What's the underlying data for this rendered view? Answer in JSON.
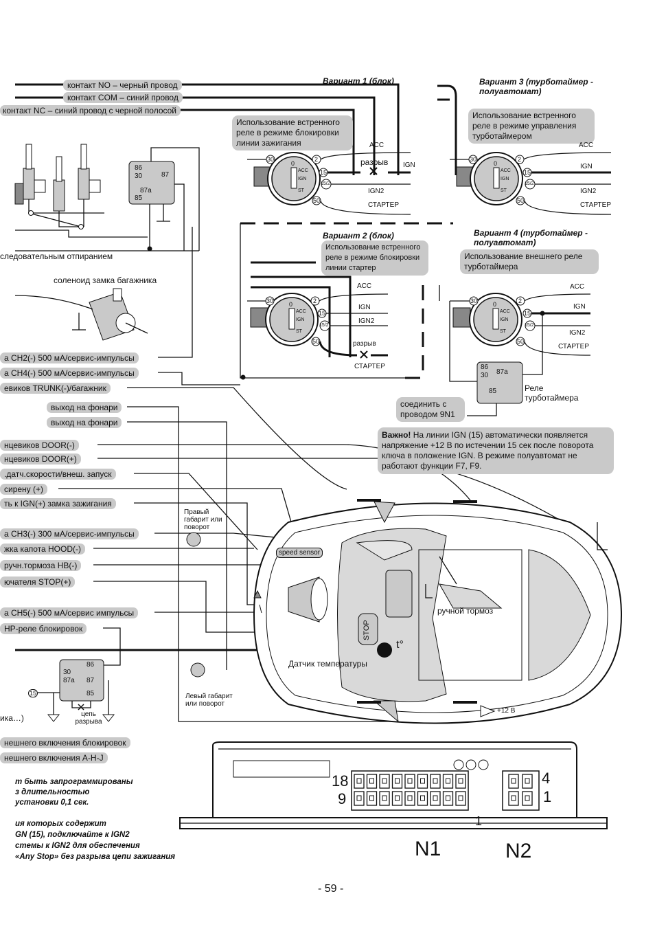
{
  "top_wires": {
    "no": "контакт NO – черный провод",
    "com": "контакт COM – синий провод",
    "nc": "контакт NC – синий провод с черной полосой"
  },
  "variants": {
    "v1": {
      "title": "Вариант 1 (блок)",
      "desc": "Использование встренного реле в режиме блокировки линии зажигания",
      "acc": "ACC",
      "break": "разрыв",
      "ign": "IGN",
      "ign2": "IGN2",
      "starter": "СТАРТЕР"
    },
    "v2": {
      "title": "Вариант 2 (блок)",
      "desc": "Использование встренного реле в режиме блокировки линии стартер",
      "acc": "ACC",
      "ign": "IGN",
      "ign2": "IGN2",
      "break": "разрыв",
      "starter": "СТАРТЕР"
    },
    "v3": {
      "title": "Вариант 3 (турботаймер - полуавтомат)",
      "desc": "Использование встренного реле в режиме управления турботаймером",
      "acc": "ACC",
      "ign": "IGN",
      "ign2": "IGN2",
      "starter": "СТАРТЕР"
    },
    "v4": {
      "title": "Вариант 4 (турботаймер - полуавтомат)",
      "desc": "Использование внешнего реле турботаймера",
      "acc": "ACC",
      "ign": "IGN",
      "ign2": "IGN2",
      "starter": "СТАРТЕР",
      "relay": "Реле турботаймера",
      "connect": "соединить с проводом 9N1"
    }
  },
  "switch_labels": {
    "p30": "30",
    "p0": "0",
    "acc": "ACC",
    "ign": "IGN",
    "st": "ST",
    "p2": "2",
    "p15": "15",
    "p152": "15/2",
    "p50": "50"
  },
  "relay_labels": {
    "r86": "86",
    "r30": "30",
    "r87a": "87a",
    "r87": "87",
    "r85": "85"
  },
  "important": {
    "bold": "Важно!",
    "text": " На линии IGN (15) автоматически появляется напряжение +12 В по истечении 15 сек после поворота ключа в положение IGN. В режиме полуавтомат не работают функции F7, F9."
  },
  "left_labels": {
    "sequential": "следовательным отпиранием",
    "solenoid": "соленоид замка багажника",
    "ch2": "а CH2(-) 500 мА/сервис-импульсы",
    "ch4": "а CH4(-) 500 мА/сервис-импульсы",
    "trunk": "евиков TRUNK(-)/багажник",
    "lights1": "выход на фонари",
    "lights2": "выход на фонари",
    "door_minus": "нцевиков DOOR(-)",
    "door_plus": "нцевиков DOOR(+)",
    "speed": ".датч.скорости/внеш. запуск",
    "siren": "сирену (+)",
    "ign": "ть к IGN(+) замка зажигания",
    "ch3": "а CH3(-) 300 мА/сервис-импульсы",
    "hood": "жка капота HOOD(-)",
    "hb": "ручн.тормоза HB(-)",
    "stop": "ючателя STOP(+)",
    "ch5": "а CH5(-) 500 мА/сервис импульсы",
    "hp": "HP-реле блокировок",
    "circ": "ика…)",
    "ext_lock": "нешнего включения блокировок",
    "ext_ahj": "нешнего включения A-H-J"
  },
  "car": {
    "right_marker": "Правый габарит или поворот",
    "left_marker": "Левый габарит или поворот",
    "speed_sensor": "speed sensor",
    "handbrake": "ручной тормоз",
    "temp_sensor": "Датчик температуры",
    "stop": "STOP",
    "t_deg": "t°",
    "plus12": "+12 В"
  },
  "lower_relay": {
    "p15": "15",
    "cut": "цепь разрыва"
  },
  "bottom_notes": [
    "т быть запрограммированы",
    "з длительностью",
    "установки 0,1 сек.",
    "ия которых содержит",
    "GN (15), подключайте к IGN2",
    "стемы к IGN2 для обеспечения",
    "«Any Stop» без разрыва цепи зажигания"
  ],
  "connector": {
    "n18": "18",
    "n9": "9",
    "n4": "4",
    "n1_right": "1",
    "n1_bottom": "1",
    "N1": "N1",
    "N2": "N2"
  },
  "page_number": "- 59 -"
}
